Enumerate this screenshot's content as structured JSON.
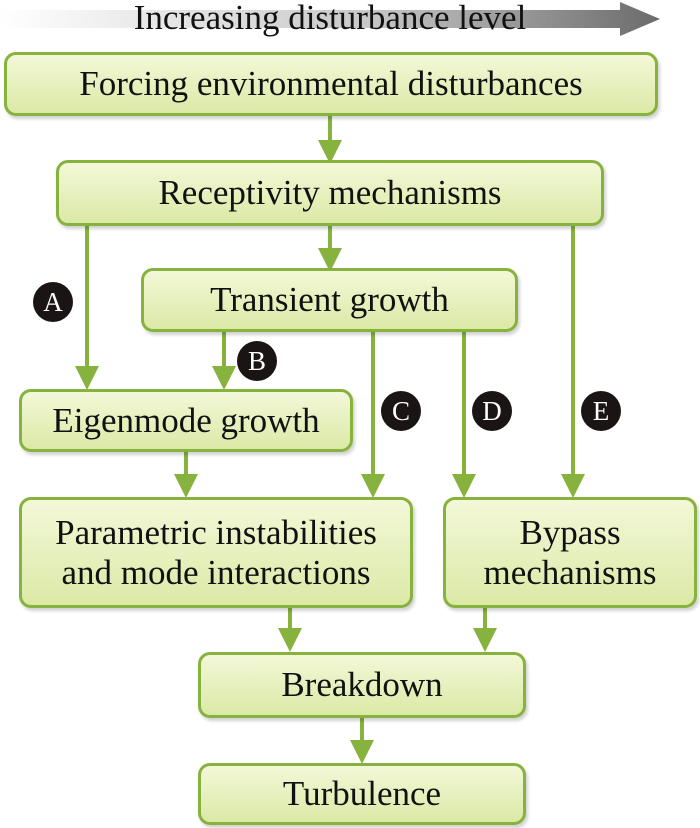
{
  "header": {
    "text": "Increasing disturbance level"
  },
  "boxes": {
    "forcing": "Forcing environmental disturbances",
    "receptivity": "Receptivity mechanisms",
    "transient": "Transient growth",
    "eigenmode": "Eigenmode growth",
    "parametric_line1": "Parametric instabilities",
    "parametric_line2": "and mode interactions",
    "bypass_line1": "Bypass",
    "bypass_line2": "mechanisms",
    "breakdown": "Breakdown",
    "turbulence": "Turbulence"
  },
  "paths": {
    "A": "A",
    "B": "B",
    "C": "C",
    "D": "D",
    "E": "E"
  },
  "colors": {
    "arrow": "#86b23d",
    "box_border": "#86b23d",
    "box_fill_top": "#f3f8d8",
    "box_fill_bottom": "#dbe9a6",
    "badge": "#1b1414",
    "header_arrow": "#6b6b6b"
  }
}
